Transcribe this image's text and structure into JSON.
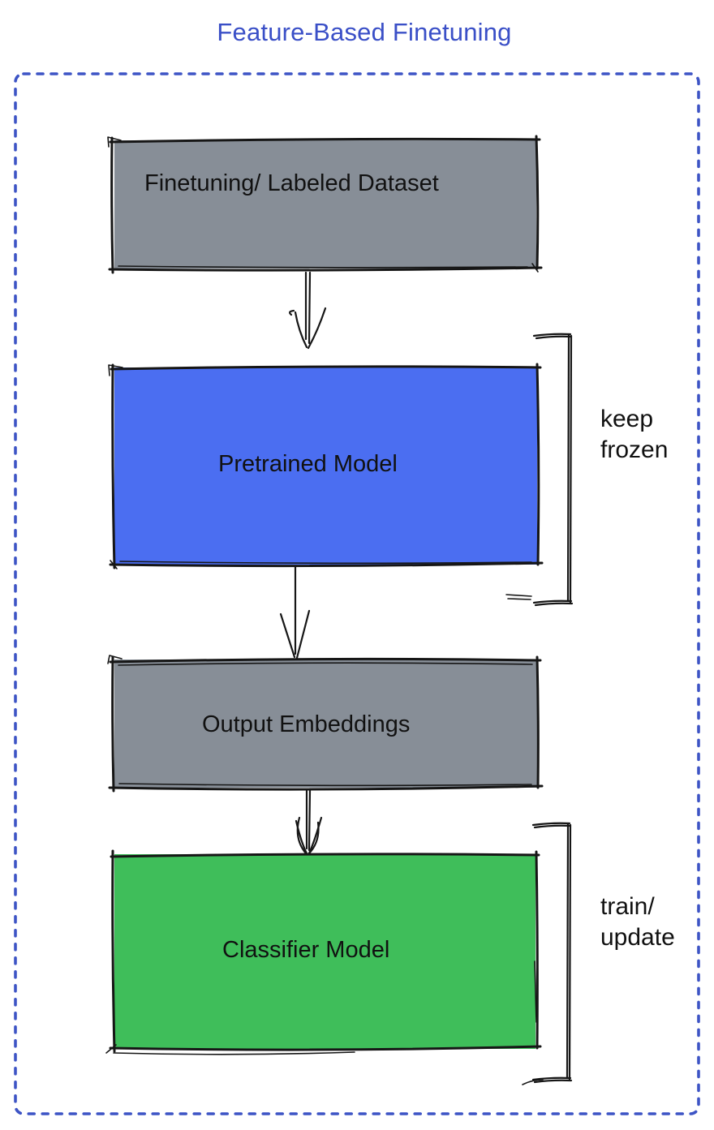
{
  "title": "Feature-Based Finetuning",
  "colors": {
    "title": "#3A4FC7",
    "frame": "#3D54C5",
    "ink": "#161616",
    "label": "#111111",
    "gray": "#878E97",
    "blue": "#4B6EF1",
    "green": "#3FBE5A"
  },
  "boxes": {
    "dataset": {
      "label": "Finetuning/ Labeled Dataset"
    },
    "pretrained": {
      "label": "Pretrained Model"
    },
    "embeddings": {
      "label": "Output Embeddings"
    },
    "classifier": {
      "label": "Classifier Model"
    }
  },
  "annotations": {
    "keep_frozen": "keep\nfrozen",
    "train_update": "train/\nupdate"
  }
}
